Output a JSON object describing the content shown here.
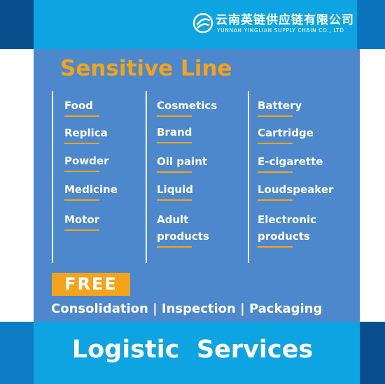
{
  "header": {
    "company_name_cn": "云南英链供应链有限公司",
    "company_name_en": "YUNNAN YINGLIAN SUPPLY CHAIN CO., LTD",
    "logo_icon": "yinglian-logo"
  },
  "title": "Sensitive Line",
  "columns": [
    {
      "items": [
        "Food",
        "Replica",
        "Powder",
        "Medicine",
        "Motor"
      ]
    },
    {
      "items": [
        "Cosmetics",
        "Brand",
        "Oil paint",
        "Liquid",
        "Adult products"
      ]
    },
    {
      "items": [
        "Battery",
        "Cartridge",
        "E-cigarette",
        "Loudspeaker",
        "Electronic products"
      ]
    }
  ],
  "free_badge": "FREE",
  "services": "Consolidation | Inspection | Packaging",
  "footer_title": "Logistic  Services",
  "colors": {
    "accent_orange": "#f5a31a",
    "panel_blue": "#4d88cd",
    "bar_cyan": "#0ea4e2",
    "dark_blue": "#0a4f8d"
  }
}
